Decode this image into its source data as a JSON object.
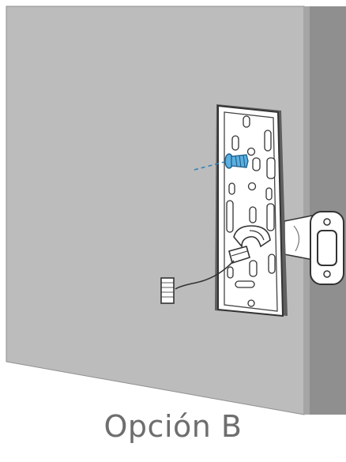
{
  "caption": "Opción B",
  "colors": {
    "door_face": "#bcbcbc",
    "door_edge": "#8f8f8f",
    "door_edge_dark": "#7a7a7a",
    "plate_fill": "#ffffff",
    "plate_outline": "#333333",
    "plate_shadow": "#6b6b6b",
    "screw_accent": "#5ab0e0",
    "latch_fill": "#ffffff",
    "caption_text": "#6e6e6e"
  },
  "icons": [
    "mounting-plate",
    "screw",
    "latch",
    "cable-connector"
  ]
}
